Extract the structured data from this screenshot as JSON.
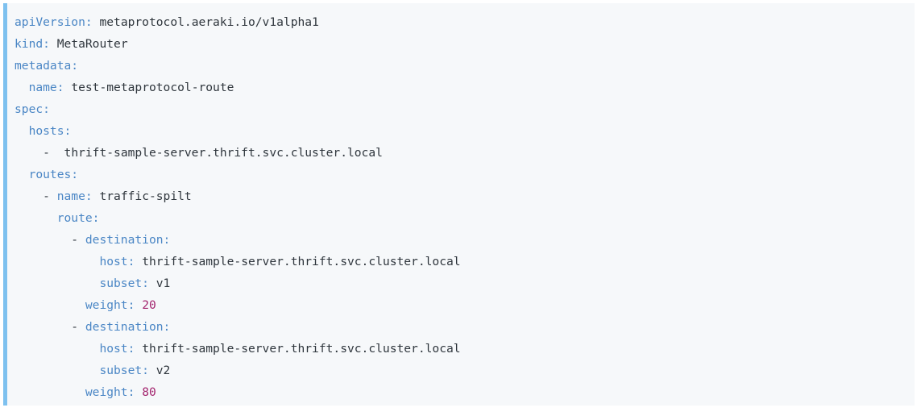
{
  "code_block": {
    "language": "yaml",
    "accent_color": "#7ec1ef",
    "background_color": "#f6f8fa",
    "key_color": "#4a86c5",
    "value_color": "#2f363d",
    "number_color": "#a3246e",
    "lines": [
      {
        "indent": 0,
        "dash": false,
        "key": "apiVersion",
        "value": "metaprotocol.aeraki.io/v1alpha1",
        "value_type": "string"
      },
      {
        "indent": 0,
        "dash": false,
        "key": "kind",
        "value": "MetaRouter",
        "value_type": "string"
      },
      {
        "indent": 0,
        "dash": false,
        "key": "metadata",
        "value": "",
        "value_type": "none"
      },
      {
        "indent": 1,
        "dash": false,
        "key": "name",
        "value": "test-metaprotocol-route",
        "value_type": "string"
      },
      {
        "indent": 0,
        "dash": false,
        "key": "spec",
        "value": "",
        "value_type": "none"
      },
      {
        "indent": 1,
        "dash": false,
        "key": "hosts",
        "value": "",
        "value_type": "none"
      },
      {
        "indent": 2,
        "dash": true,
        "key": "",
        "value": "thrift-sample-server.thrift.svc.cluster.local",
        "value_type": "string"
      },
      {
        "indent": 1,
        "dash": false,
        "key": "routes",
        "value": "",
        "value_type": "none"
      },
      {
        "indent": 2,
        "dash": true,
        "key": "name",
        "value": "traffic-spilt",
        "value_type": "string"
      },
      {
        "indent": 3,
        "dash": false,
        "key": "route",
        "value": "",
        "value_type": "none"
      },
      {
        "indent": 4,
        "dash": true,
        "key": "destination",
        "value": "",
        "value_type": "none"
      },
      {
        "indent": 6,
        "dash": false,
        "key": "host",
        "value": "thrift-sample-server.thrift.svc.cluster.local",
        "value_type": "string"
      },
      {
        "indent": 6,
        "dash": false,
        "key": "subset",
        "value": "v1",
        "value_type": "string"
      },
      {
        "indent": 5,
        "dash": false,
        "key": "weight",
        "value": "20",
        "value_type": "number"
      },
      {
        "indent": 4,
        "dash": true,
        "key": "destination",
        "value": "",
        "value_type": "none"
      },
      {
        "indent": 6,
        "dash": false,
        "key": "host",
        "value": "thrift-sample-server.thrift.svc.cluster.local",
        "value_type": "string"
      },
      {
        "indent": 6,
        "dash": false,
        "key": "subset",
        "value": "v2",
        "value_type": "string"
      },
      {
        "indent": 5,
        "dash": false,
        "key": "weight",
        "value": "80",
        "value_type": "number"
      }
    ]
  }
}
